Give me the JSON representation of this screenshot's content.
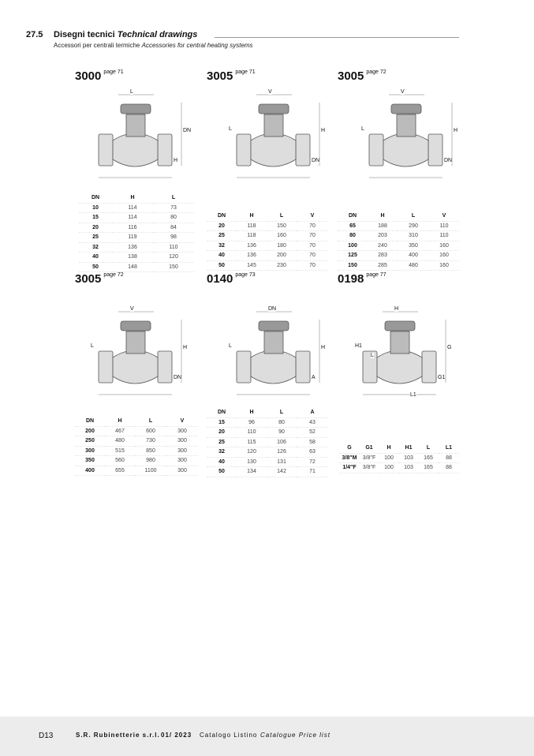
{
  "header": {
    "section_number": "27.5",
    "title_it": "Disegni tecnici",
    "title_en": "Technical drawings",
    "subtitle_it": "Accessori per centrali termiche",
    "subtitle_en": "Accessories for central heating systems"
  },
  "products": [
    {
      "code": "3000",
      "page": "page 71",
      "dims": [
        "L",
        "DN",
        "H"
      ],
      "columns": [
        "DN",
        "H",
        "L"
      ],
      "rows": [
        [
          "10",
          "114",
          "73"
        ],
        [
          "15",
          "114",
          "80"
        ],
        [
          "20",
          "116",
          "84"
        ],
        [
          "25",
          "119",
          "98"
        ],
        [
          "32",
          "136",
          "110"
        ],
        [
          "40",
          "138",
          "120"
        ],
        [
          "50",
          "148",
          "150"
        ]
      ]
    },
    {
      "code": "3005",
      "page": "page 71",
      "dims": [
        "V",
        "H",
        "DN",
        "L"
      ],
      "columns": [
        "DN",
        "H",
        "L",
        "V"
      ],
      "rows": [
        [
          "20",
          "118",
          "150",
          "70"
        ],
        [
          "25",
          "118",
          "160",
          "70"
        ],
        [
          "32",
          "136",
          "180",
          "70"
        ],
        [
          "40",
          "136",
          "200",
          "70"
        ],
        [
          "50",
          "145",
          "230",
          "70"
        ]
      ]
    },
    {
      "code": "3005",
      "page": "page 72",
      "dims": [
        "V",
        "H",
        "DN",
        "L"
      ],
      "columns": [
        "DN",
        "H",
        "L",
        "V"
      ],
      "rows": [
        [
          "65",
          "188",
          "290",
          "110"
        ],
        [
          "80",
          "203",
          "310",
          "110"
        ],
        [
          "100",
          "240",
          "350",
          "160"
        ],
        [
          "125",
          "283",
          "400",
          "160"
        ],
        [
          "150",
          "285",
          "480",
          "160"
        ]
      ]
    },
    {
      "code": "3005",
      "page": "page 72",
      "dims": [
        "V",
        "H",
        "DN",
        "L"
      ],
      "columns": [
        "DN",
        "H",
        "L",
        "V"
      ],
      "rows": [
        [
          "200",
          "467",
          "600",
          "300"
        ],
        [
          "250",
          "480",
          "730",
          "300"
        ],
        [
          "300",
          "515",
          "850",
          "300"
        ],
        [
          "350",
          "560",
          "980",
          "300"
        ],
        [
          "400",
          "655",
          "1100",
          "300"
        ]
      ]
    },
    {
      "code": "0140",
      "page": "page 73",
      "dims": [
        "DN",
        "H",
        "A",
        "L"
      ],
      "columns": [
        "DN",
        "H",
        "L",
        "A"
      ],
      "rows": [
        [
          "15",
          "96",
          "80",
          "43"
        ],
        [
          "20",
          "110",
          "90",
          "52"
        ],
        [
          "25",
          "115",
          "106",
          "58"
        ],
        [
          "32",
          "120",
          "126",
          "63"
        ],
        [
          "40",
          "130",
          "131",
          "72"
        ],
        [
          "50",
          "134",
          "142",
          "71"
        ]
      ]
    },
    {
      "code": "0198",
      "page": "page 77",
      "dims": [
        "H",
        "G",
        "G1",
        "H1",
        "L1",
        "L"
      ],
      "columns": [
        "G",
        "G1",
        "H",
        "H1",
        "L",
        "L1"
      ],
      "rows": [
        [
          "3/8\"M",
          "3/8\"F",
          "100",
          "103",
          "165",
          "88"
        ],
        [
          "1/4\"F",
          "3/8\"F",
          "100",
          "103",
          "165",
          "88"
        ]
      ]
    }
  ],
  "footer": {
    "page": "D13",
    "company": "S.R. Rubinetterie s.r.l.",
    "edition": "01/ 2023",
    "catalog_it": "Catalogo Listino",
    "catalog_en": "Catalogue Price list"
  }
}
